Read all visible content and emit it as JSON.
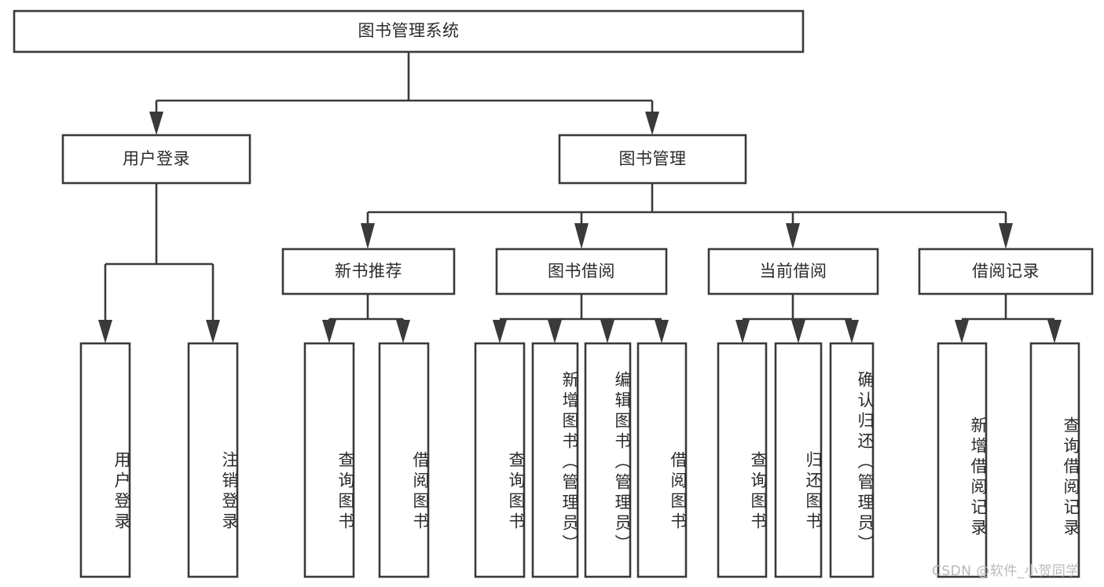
{
  "diagram": {
    "title": "图书管理系统",
    "type": "hierarchy-tree",
    "watermark": "CSDN @软件_小贺同学",
    "colors": {
      "stroke": "#3a3a3a",
      "fill": "#ffffff",
      "text": "#2b2b2b",
      "watermark": "#b9b9b9"
    },
    "root": {
      "label": "图书管理系统"
    },
    "level2": [
      {
        "label": "用户登录"
      },
      {
        "label": "图书管理"
      }
    ],
    "level3": [
      {
        "label": "新书推荐"
      },
      {
        "label": "图书借阅"
      },
      {
        "label": "当前借阅"
      },
      {
        "label": "借阅记录"
      }
    ],
    "leaves": {
      "user_login": [
        {
          "label": "用户登录"
        },
        {
          "label": "注销登录"
        }
      ],
      "new_book_recommend": [
        {
          "label": "查询图书"
        },
        {
          "label": "借阅图书"
        }
      ],
      "book_borrow": [
        {
          "label": "查询图书"
        },
        {
          "label": "新增图书（管理员）"
        },
        {
          "label": "编辑图书（管理员）"
        },
        {
          "label": "借阅图书"
        }
      ],
      "current_borrow": [
        {
          "label": "查询图书"
        },
        {
          "label": "归还图书"
        },
        {
          "label": "确认归还（管理员）"
        }
      ],
      "borrow_record": [
        {
          "label": "新增借阅记录"
        },
        {
          "label": "查询借阅记录"
        }
      ]
    }
  }
}
